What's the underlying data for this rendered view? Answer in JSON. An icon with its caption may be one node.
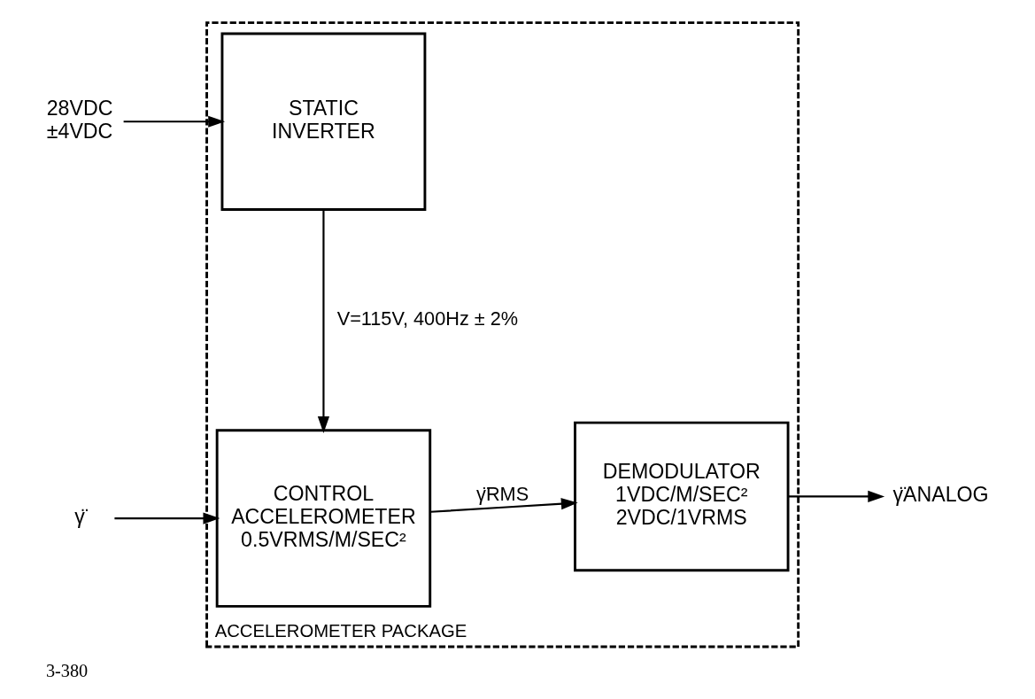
{
  "diagram": {
    "caption": "3-380",
    "nodes": [
      {
        "text": [
          "ACCELEROMETER PACKAGE"
        ]
      },
      {
        "text": [
          "STATIC INVERTER"
        ],
        "in": 0
      },
      {
        "text": [
          "CONTROL ACCELEROMETER 0.5VRMS/M/SEC²"
        ],
        "in": 0
      },
      {
        "text": [
          "DEMODULATOR 1VDC/M/SEC² 2VDC/1VRMS"
        ],
        "in": 0
      },
      {
        "text": [
          "28VDC ±4VDC"
        ]
      },
      {
        "text": [
          "γ̈"
        ]
      },
      {
        "text": [
          "γ̈ANALOG"
        ]
      }
    ],
    "edges": [
      {
        "from": 4,
        "to": 1,
        "arrow": "to"
      },
      {
        "from": 1,
        "to": 2,
        "arrow": "to",
        "label": "V=115V, 400Hz ± 2%"
      },
      {
        "from": 5,
        "to": 2,
        "arrow": "to"
      },
      {
        "from": 2,
        "to": 3,
        "arrow": "to",
        "label": "γ̈RMS"
      },
      {
        "from": 3,
        "to": 6,
        "arrow": "to"
      }
    ]
  }
}
